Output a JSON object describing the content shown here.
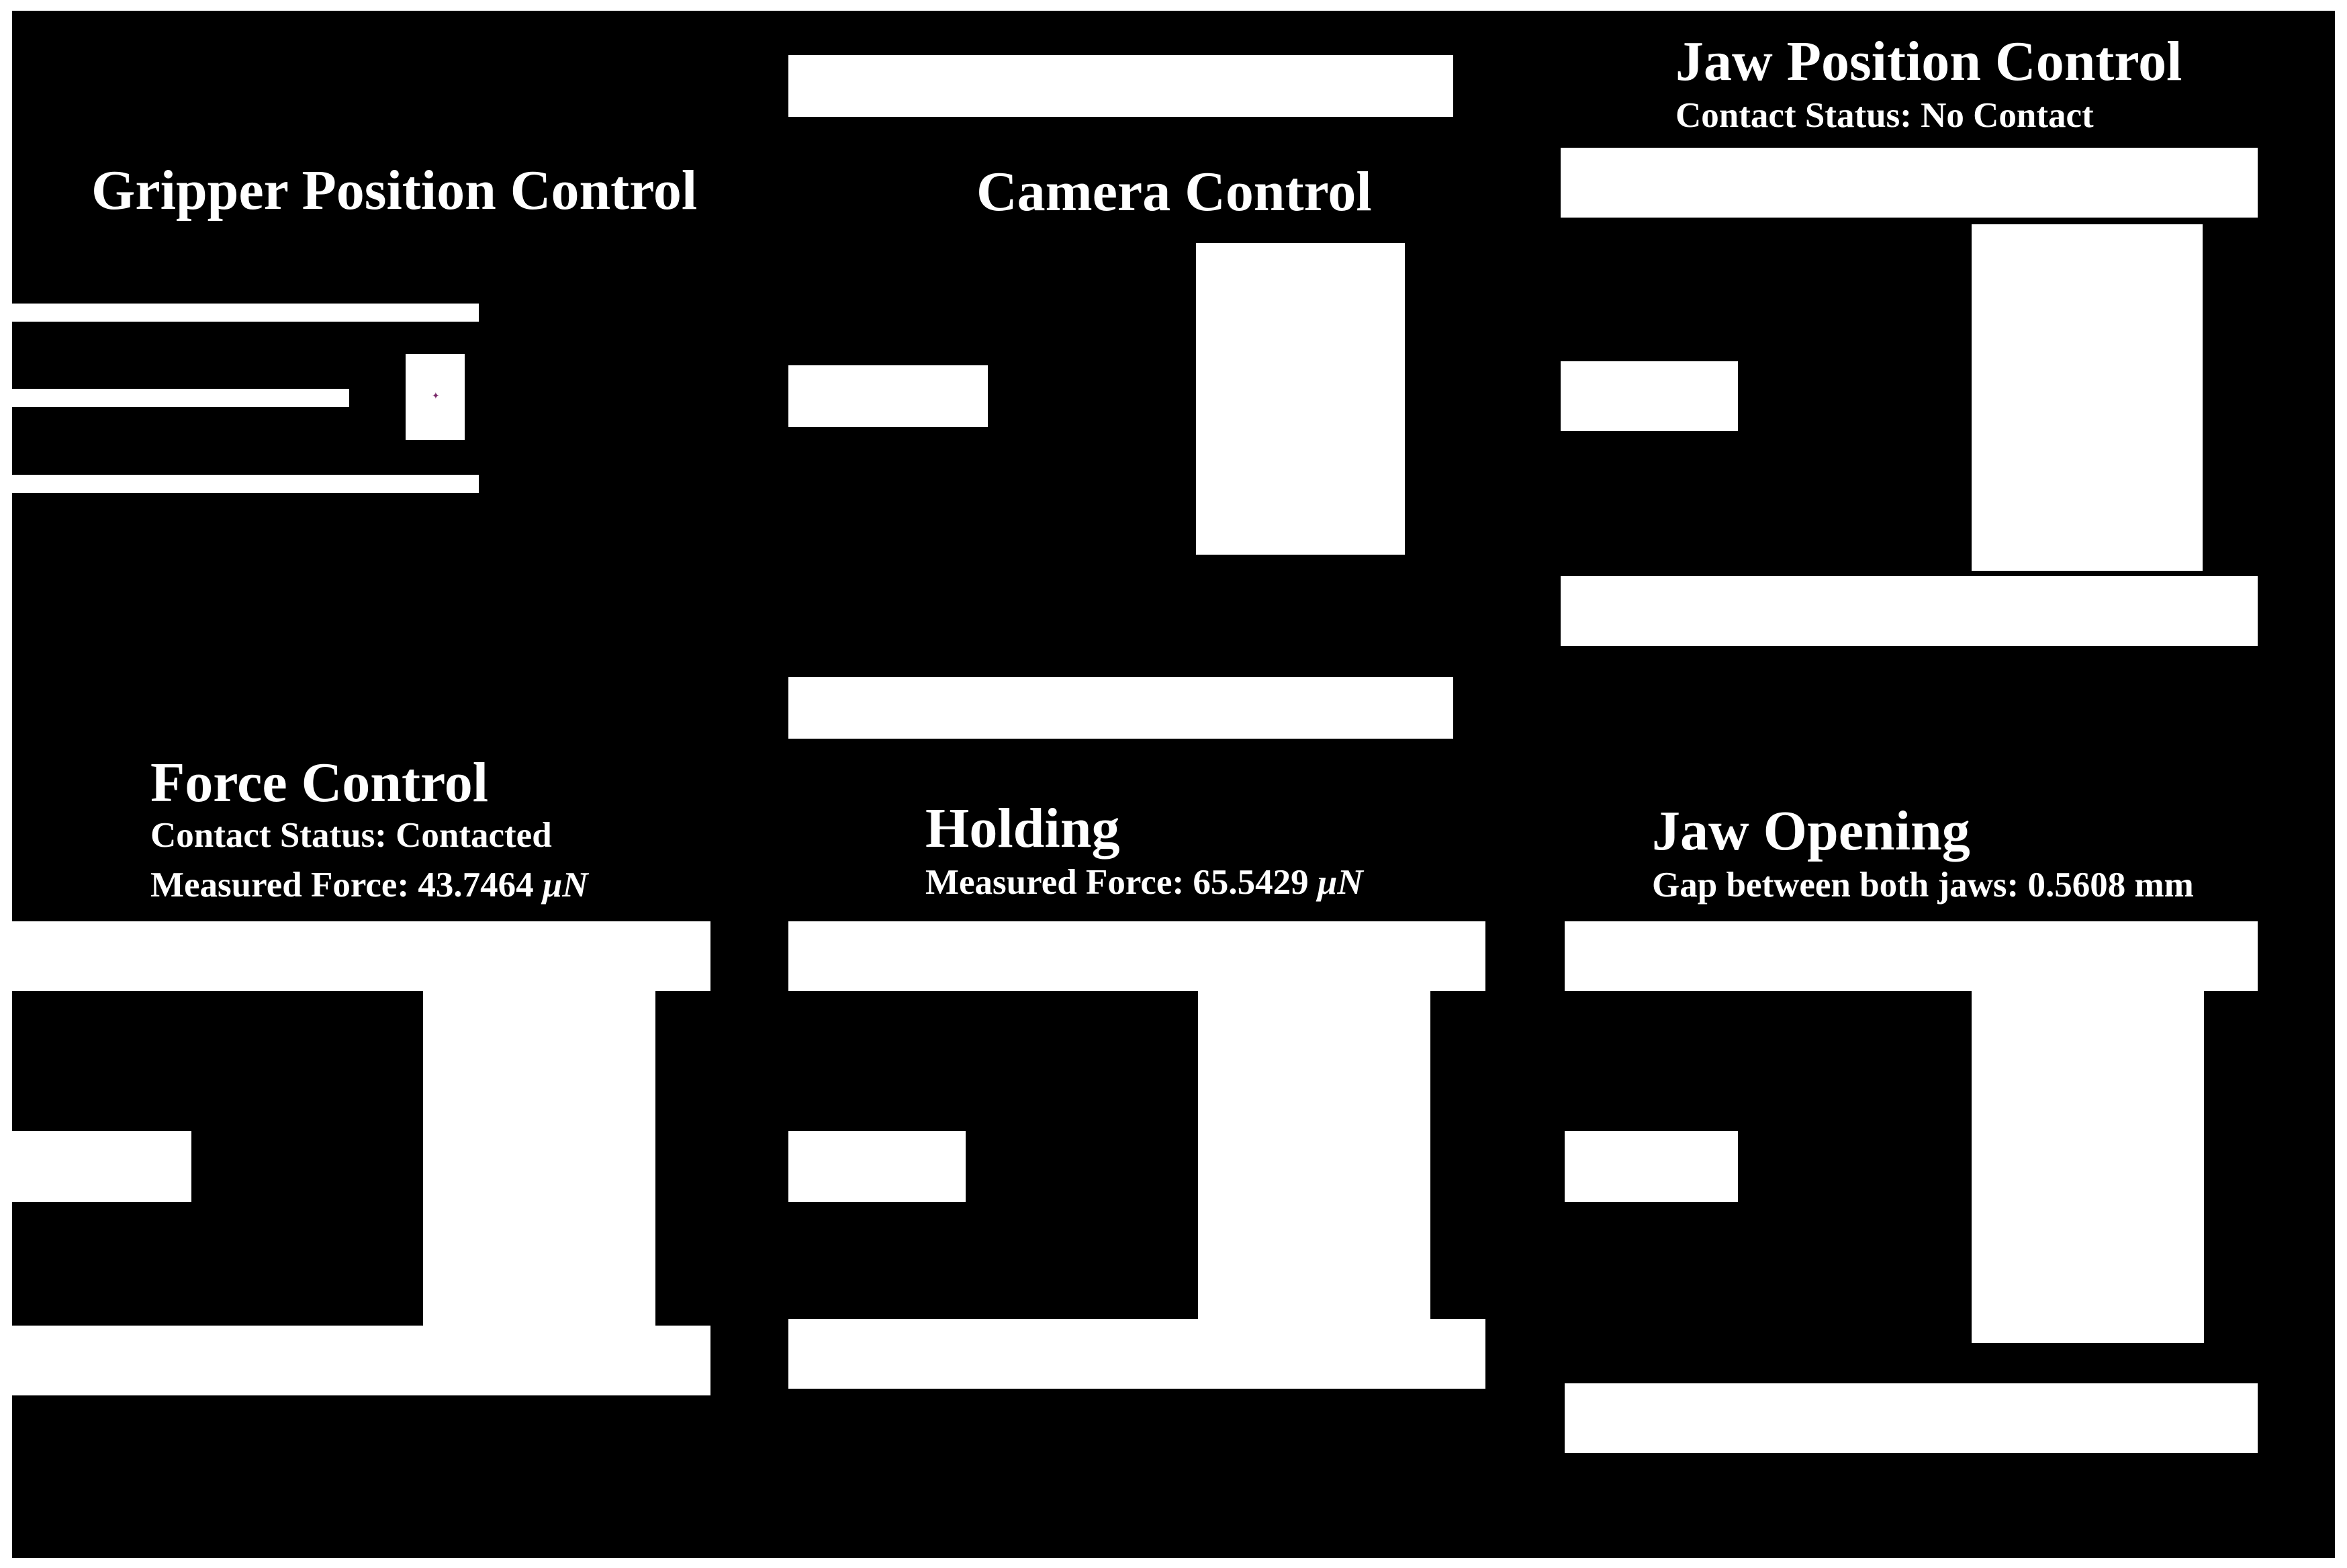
{
  "panels": {
    "gripper_position": {
      "title": "Gripper Position Control"
    },
    "camera": {
      "title": "Camera Control"
    },
    "jaw_position": {
      "title": "Jaw Position Control",
      "contact_status_label": "Contact Status:",
      "contact_status_value": "No Contact"
    },
    "force": {
      "title": "Force Control",
      "contact_status_label": "Contact Status:",
      "contact_status_value": "Contacted",
      "measured_force_label": "Measured Force:",
      "measured_force_value": "43.7464",
      "measured_force_unit": "μN"
    },
    "holding": {
      "title": "Holding",
      "measured_force_label": "Measured Force:",
      "measured_force_value": "65.5429",
      "measured_force_unit": "μN"
    },
    "jaw_opening": {
      "title": "Jaw Opening",
      "gap_label": "Gap between both jaws:",
      "gap_value": "0.5608",
      "gap_unit": "mm"
    }
  },
  "colors": {
    "background": "#000000",
    "foreground": "#ffffff",
    "target_marker": "#7b2a6b"
  },
  "icons": {
    "target_marker": "crosshair"
  }
}
